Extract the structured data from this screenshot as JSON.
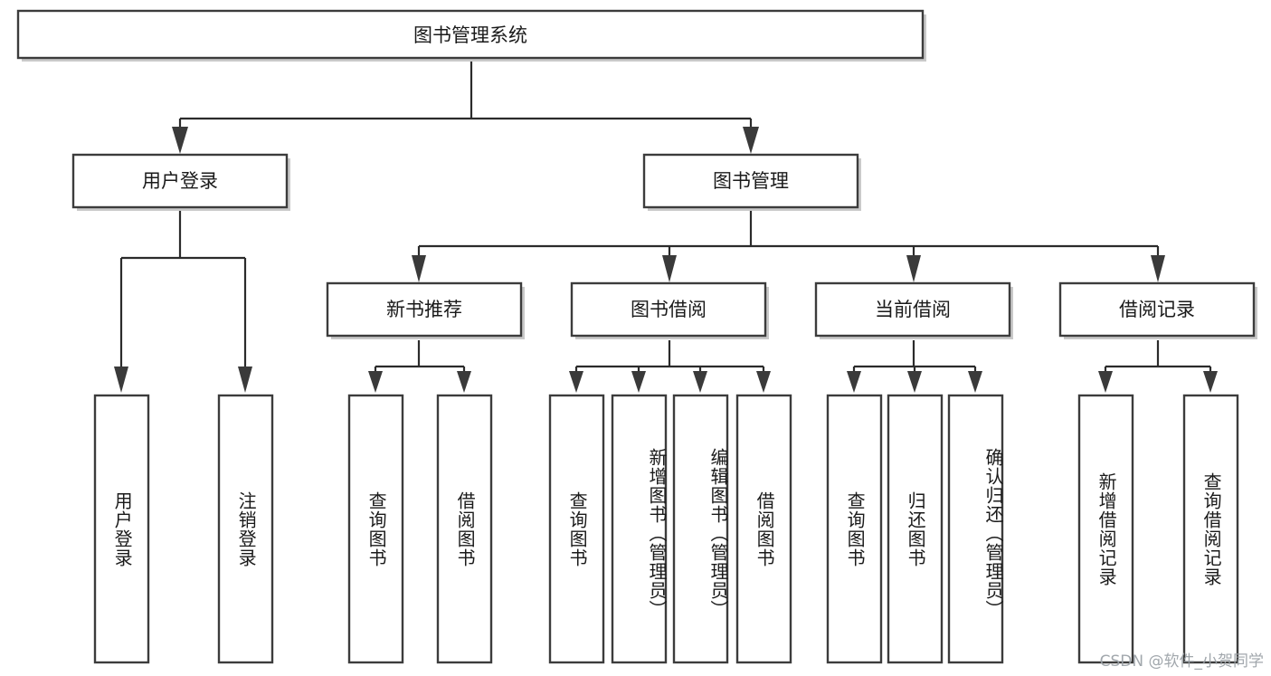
{
  "diagram": {
    "title": "图书管理系统",
    "watermark": "CSDN @软件_小贺同学",
    "colors": {
      "background": "#ffffff",
      "box_fill": "#ffffff",
      "box_stroke": "#3c3c3c",
      "connector": "#2b2b2b",
      "text": "#1a1a1a",
      "watermark": "#9aa0a6"
    },
    "root": {
      "label": "图书管理系统"
    },
    "level1": [
      {
        "label": "用户登录"
      },
      {
        "label": "图书管理"
      }
    ],
    "level2": [
      {
        "label": "新书推荐"
      },
      {
        "label": "图书借阅"
      },
      {
        "label": "当前借阅"
      },
      {
        "label": "借阅记录"
      }
    ],
    "leaves": {
      "user_login": [
        {
          "label": "用户登录"
        },
        {
          "label": "注销登录"
        }
      ],
      "new_book_recommend": [
        {
          "label": "查询图书"
        },
        {
          "label": "借阅图书"
        }
      ],
      "book_borrow": [
        {
          "label": "查询图书"
        },
        {
          "label": "新增图书（管理员）"
        },
        {
          "label": "编辑图书（管理员）"
        },
        {
          "label": "借阅图书"
        }
      ],
      "current_borrow": [
        {
          "label": "查询图书"
        },
        {
          "label": "归还图书"
        },
        {
          "label": "确认归还（管理员）"
        }
      ],
      "borrow_records": [
        {
          "label": "新增借阅记录"
        },
        {
          "label": "查询借阅记录"
        }
      ]
    }
  }
}
